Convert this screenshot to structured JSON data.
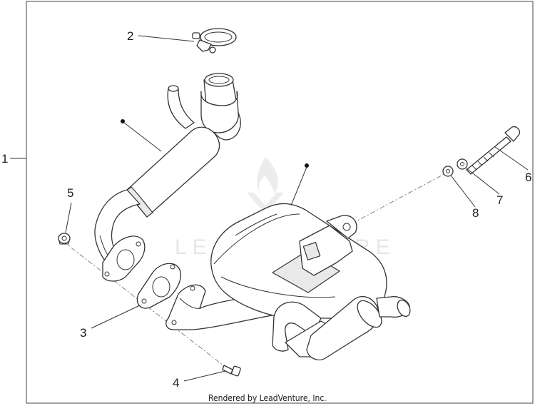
{
  "diagram": {
    "callouts": [
      {
        "id": "1",
        "label": "1"
      },
      {
        "id": "2",
        "label": "2"
      },
      {
        "id": "3",
        "label": "3"
      },
      {
        "id": "4",
        "label": "4"
      },
      {
        "id": "5",
        "label": "5"
      },
      {
        "id": "6",
        "label": "6"
      },
      {
        "id": "7",
        "label": "7"
      },
      {
        "id": "8",
        "label": "8"
      }
    ],
    "watermark": "LEADVENTURE",
    "credit": "Rendered by LeadVenture, Inc."
  }
}
